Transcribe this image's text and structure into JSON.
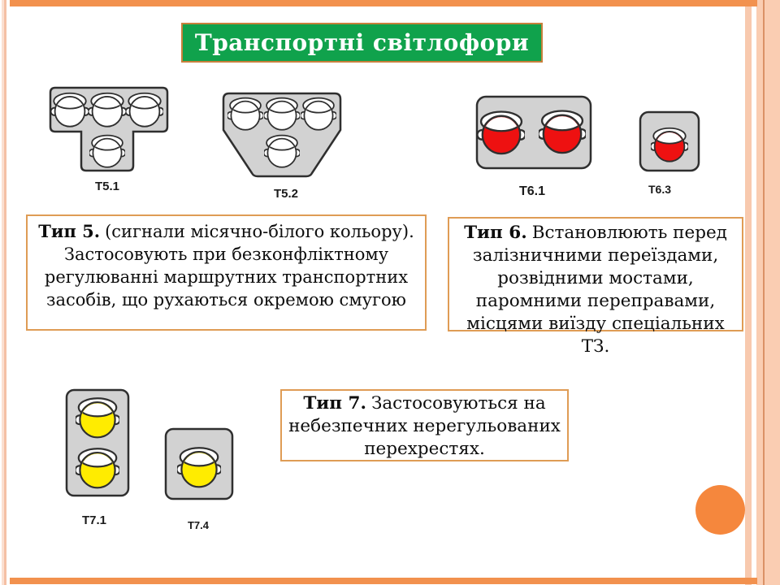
{
  "slide": {
    "title": "Транспортні світлофори"
  },
  "traffic_lights": [
    {
      "label": "Т5.1",
      "shape": "t-shape-3-plus-1",
      "lamp_color": "#ffffff"
    },
    {
      "label": "Т5.2",
      "shape": "trapezoid-3-plus-1",
      "lamp_color": "#ffffff"
    },
    {
      "label": "Т6.1",
      "shape": "horizontal-2-lamps",
      "lamp_color": "#ee1111"
    },
    {
      "label": "Т6.3",
      "shape": "square-1-lamp",
      "lamp_color": "#ee1111"
    },
    {
      "label": "Т7.1",
      "shape": "vertical-2-lamps",
      "lamp_color": "#ffec00"
    },
    {
      "label": "Т7.4",
      "shape": "square-1-lamp",
      "lamp_color": "#ffec00"
    }
  ],
  "info_boxes": [
    {
      "heading": "Тип 5.",
      "body": "(сигнали місячно-білого кольору). Застосовують при безконфліктному регулюванні маршрутних транспортних засобів, що рухаються окремою смугою"
    },
    {
      "heading": "Тип 6.",
      "body": "Встановлюють перед залізничними переїздами, розвідними мостами, паромними переправами, місцями виїзду спеціальних ТЗ."
    },
    {
      "heading": "Тип 7.",
      "body": "Застосовуються на небезпечних нерегульованих перехрестях."
    }
  ],
  "colors": {
    "title_bg": "#10a24c",
    "title_border": "#c8803c",
    "title_text": "#ffffff",
    "info_box_border": "#df9c55",
    "signal_body_gray": "#d2d2d2",
    "signal_outline": "#2f2f2f",
    "lamp_white": "#ffffff",
    "lamp_red": "#ee1111",
    "lamp_yellow": "#ffec00",
    "accent_circle": "#f5873d",
    "accent_bar": "#f2914e",
    "right_stripe_peach": "#f8c9ae",
    "right_stripe_band": "#facdb2",
    "right_stripe_line": "#db9166",
    "left_stripe_light": "#fbe0d1",
    "left_stripe_dark": "#f5c0a5"
  }
}
